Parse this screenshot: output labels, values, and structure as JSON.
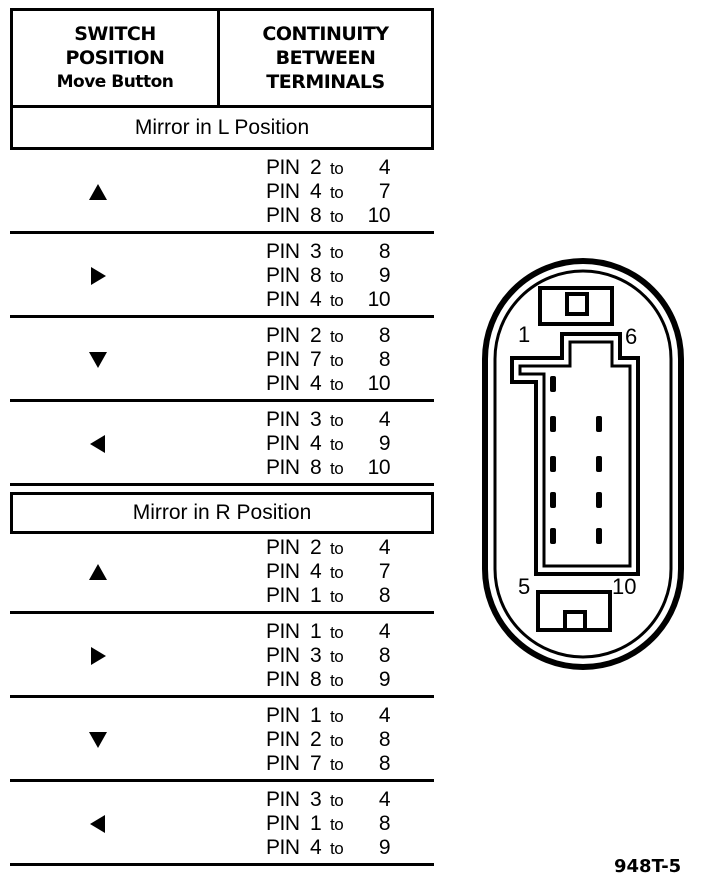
{
  "header": {
    "left": [
      "SWITCH",
      "POSITION",
      "Move Button"
    ],
    "right": [
      "CONTINUITY",
      "BETWEEN",
      "TERMINALS"
    ]
  },
  "sections": [
    {
      "title": "Mirror in L Position",
      "rows": [
        {
          "direction": "up",
          "pins": [
            {
              "a": "2",
              "b": "4"
            },
            {
              "a": "4",
              "b": "7"
            },
            {
              "a": "8",
              "b": "10"
            }
          ]
        },
        {
          "direction": "right",
          "pins": [
            {
              "a": "3",
              "b": "8"
            },
            {
              "a": "8",
              "b": "9"
            },
            {
              "a": "4",
              "b": "10"
            }
          ]
        },
        {
          "direction": "down",
          "pins": [
            {
              "a": "2",
              "b": "8"
            },
            {
              "a": "7",
              "b": "8"
            },
            {
              "a": "4",
              "b": "10"
            }
          ]
        },
        {
          "direction": "left",
          "pins": [
            {
              "a": "3",
              "b": "4"
            },
            {
              "a": "4",
              "b": "9"
            },
            {
              "a": "8",
              "b": "10"
            }
          ]
        }
      ]
    },
    {
      "title": "Mirror in R Position",
      "rows": [
        {
          "direction": "up",
          "pins": [
            {
              "a": "2",
              "b": "4"
            },
            {
              "a": "4",
              "b": "7"
            },
            {
              "a": "1",
              "b": "8"
            }
          ]
        },
        {
          "direction": "right",
          "pins": [
            {
              "a": "1",
              "b": "4"
            },
            {
              "a": "3",
              "b": "8"
            },
            {
              "a": "8",
              "b": "9"
            }
          ]
        },
        {
          "direction": "down",
          "pins": [
            {
              "a": "1",
              "b": "4"
            },
            {
              "a": "2",
              "b": "8"
            },
            {
              "a": "7",
              "b": "8"
            }
          ]
        },
        {
          "direction": "left",
          "pins": [
            {
              "a": "3",
              "b": "4"
            },
            {
              "a": "1",
              "b": "8"
            },
            {
              "a": "4",
              "b": "9"
            }
          ]
        }
      ]
    }
  ],
  "pin_label": "PIN",
  "to_label": "to",
  "connector": {
    "pin_1": "1",
    "pin_6": "6",
    "pin_5": "5",
    "pin_10": "10"
  },
  "figure_id": "948T-5"
}
